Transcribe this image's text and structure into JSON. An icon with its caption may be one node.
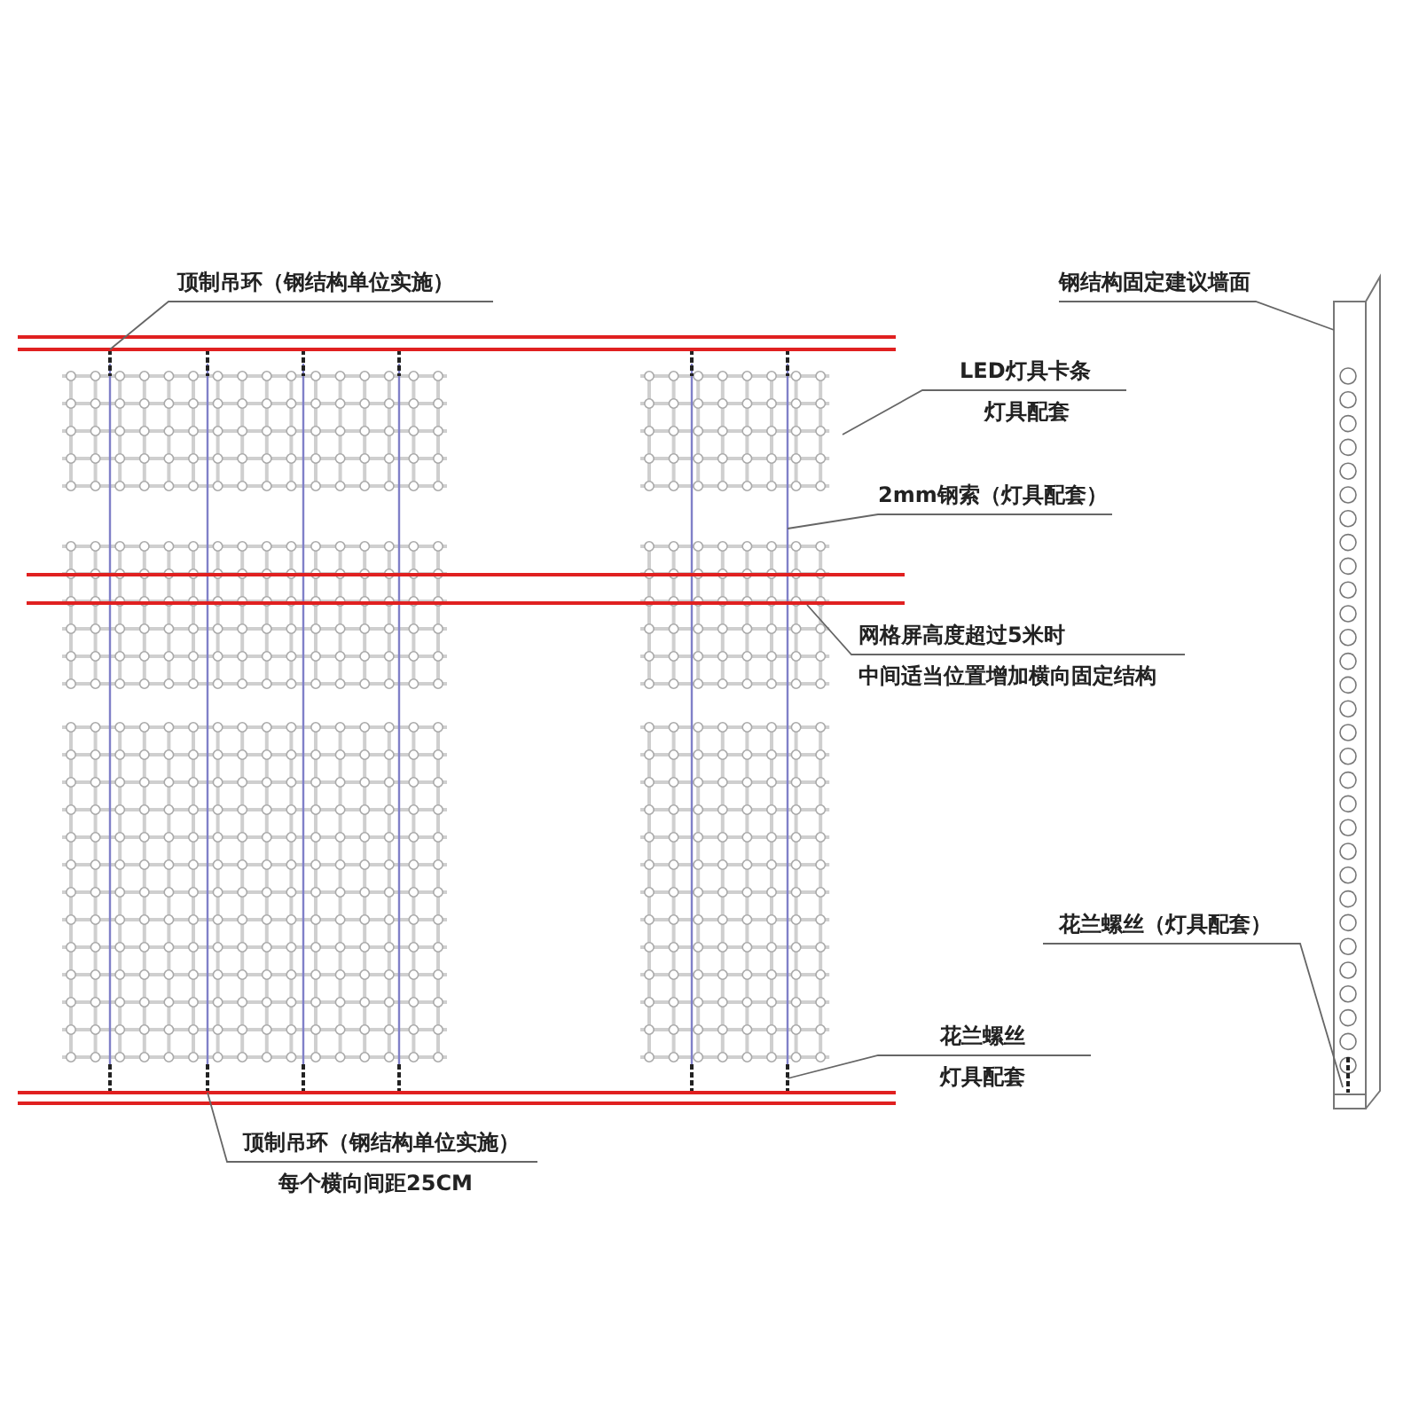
{
  "diagram": {
    "nodes": [
      {
        "text": [
          "顶制吊环（钢结构单位实施）"
        ]
      },
      {
        "text": [
          "LED灯具卡条",
          "灯具配套"
        ]
      },
      {
        "text": [
          "2mm钢索（灯具配套）"
        ]
      },
      {
        "text": [
          "网格屏高度超过5米时",
          "中间适当位置增加横向固定结构"
        ]
      },
      {
        "text": [
          "顶制吊环（钢结构单位实施）",
          "每个横向间距25CM"
        ]
      },
      {
        "text": [
          "花兰螺丝",
          "灯具配套"
        ]
      },
      {
        "text": [
          "钢结构固定建议墙面"
        ]
      },
      {
        "text": [
          "花兰螺丝（灯具配套）"
        ]
      },
      {
        "text": [],
        "shape": "picture"
      },
      {
        "text": [],
        "shape": "picture"
      },
      {
        "text": [],
        "shape": "picture"
      },
      {
        "text": [],
        "shape": "bar"
      }
    ],
    "edges": [
      {
        "from": 0,
        "to": 8,
        "arrow": "none"
      },
      {
        "from": 1,
        "to": 9,
        "arrow": "none"
      },
      {
        "from": 2,
        "to": 9,
        "arrow": "none"
      },
      {
        "from": 3,
        "to": 11,
        "arrow": "none"
      },
      {
        "from": 4,
        "to": 8,
        "arrow": "none"
      },
      {
        "from": 5,
        "to": 9,
        "arrow": "none"
      },
      {
        "from": 6,
        "to": 10,
        "arrow": "none"
      },
      {
        "from": 7,
        "to": 10,
        "arrow": "none"
      }
    ]
  }
}
